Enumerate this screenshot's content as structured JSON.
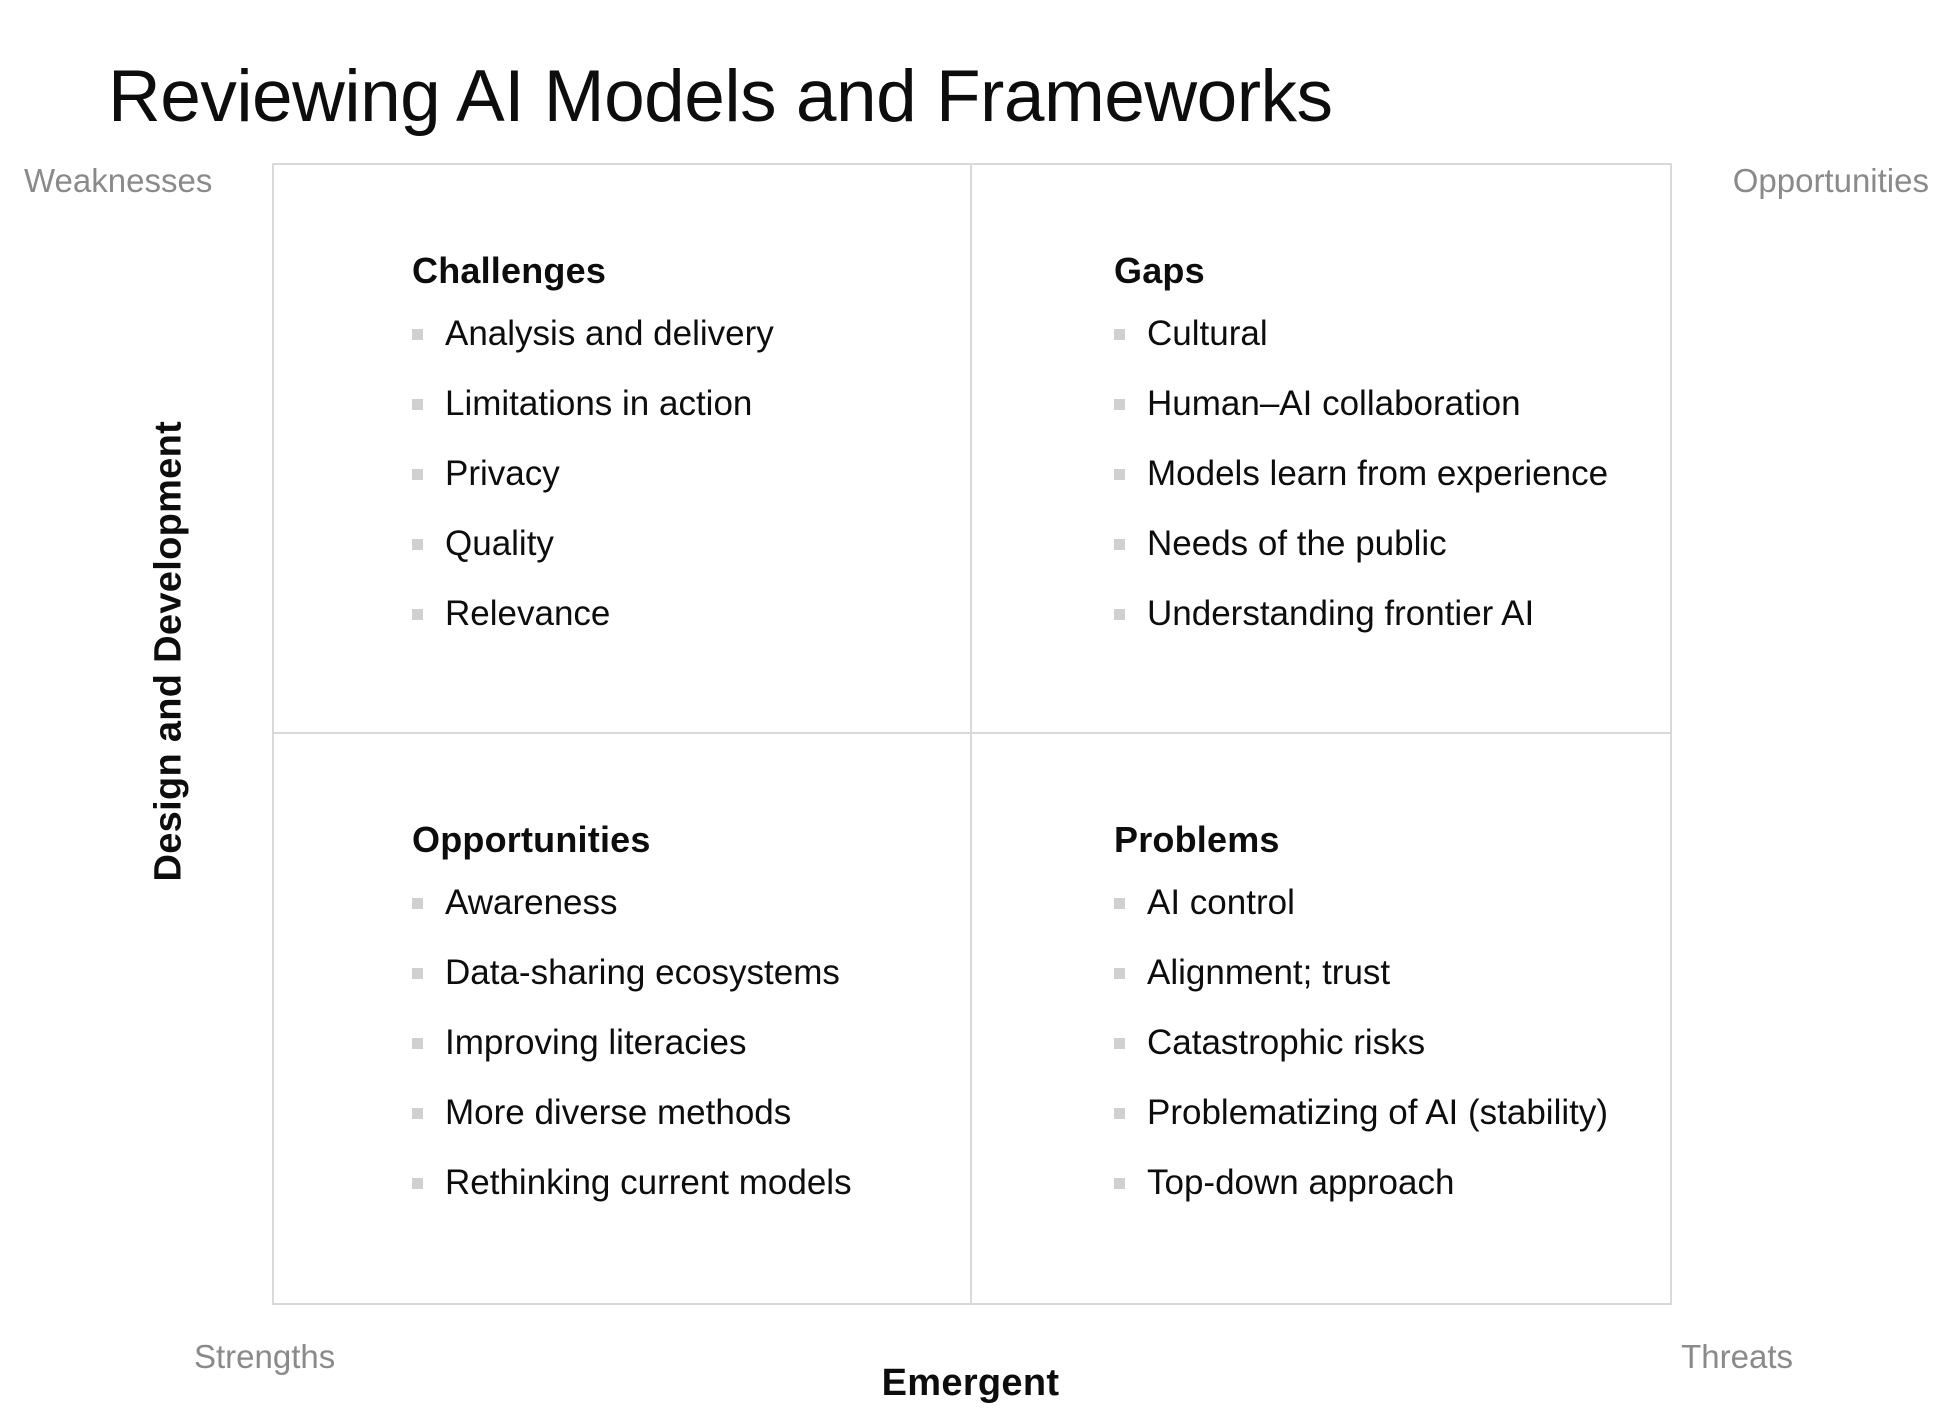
{
  "title": "Reviewing AI Models and Frameworks",
  "axes": {
    "y_label": "Design and  Development",
    "x_label": "Emergent"
  },
  "corner_labels": {
    "top_left": "Weaknesses",
    "top_right": "Opportunities",
    "bottom_left": "Strengths",
    "bottom_right": "Threats"
  },
  "colors": {
    "border": "#d9d9d9",
    "bullet": "#d0d0d0",
    "corner_text": "#8a8a8a",
    "body_text": "#0d0d0d",
    "background": "#ffffff"
  },
  "quadrants": [
    {
      "position": "top-left",
      "heading": "Challenges",
      "items": [
        "Analysis and delivery",
        "Limitations in action",
        "Privacy",
        "Quality",
        "Relevance"
      ]
    },
    {
      "position": "top-right",
      "heading": "Gaps",
      "items": [
        "Cultural",
        "Human–AI collaboration",
        "Models learn from experience",
        "Needs of the public",
        "Understanding frontier AI"
      ]
    },
    {
      "position": "bottom-left",
      "heading": "Opportunities",
      "items": [
        "Awareness",
        "Data-sharing ecosystems",
        "Improving literacies",
        "More diverse methods",
        "Rethinking current models"
      ]
    },
    {
      "position": "bottom-right",
      "heading": "Problems",
      "items": [
        "AI control",
        "Alignment; trust",
        "Catastrophic risks",
        "Problematizing of AI  (stability)",
        "Top-down approach"
      ]
    }
  ]
}
